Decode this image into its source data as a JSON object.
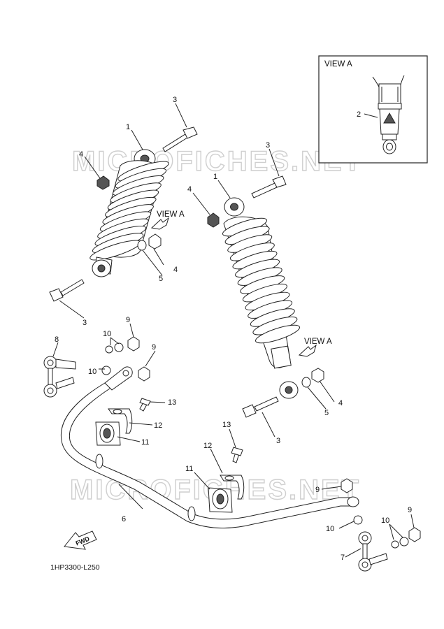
{
  "watermark": "MICROFICHES.NET",
  "inset_title": "VIEW A",
  "view_a_labels": [
    "VIEW A",
    "VIEW A"
  ],
  "fwd_label": "FWD",
  "diagram_code": "1HP3300-L250",
  "callouts": {
    "c1a": "1",
    "c1b": "1",
    "c2": "2",
    "c3a": "3",
    "c3b": "3",
    "c3c": "3",
    "c3d": "3",
    "c4a": "4",
    "c4b": "4",
    "c4c": "4",
    "c4d": "4",
    "c5a": "5",
    "c5b": "5",
    "c6": "6",
    "c7": "7",
    "c8": "8",
    "c9a": "9",
    "c9b": "9",
    "c9c": "9",
    "c9d": "9",
    "c10a": "10",
    "c10b": "10",
    "c10c": "10",
    "c10d": "10",
    "c11a": "11",
    "c11b": "11",
    "c12a": "12",
    "c12b": "12",
    "c13a": "13",
    "c13b": "13"
  }
}
